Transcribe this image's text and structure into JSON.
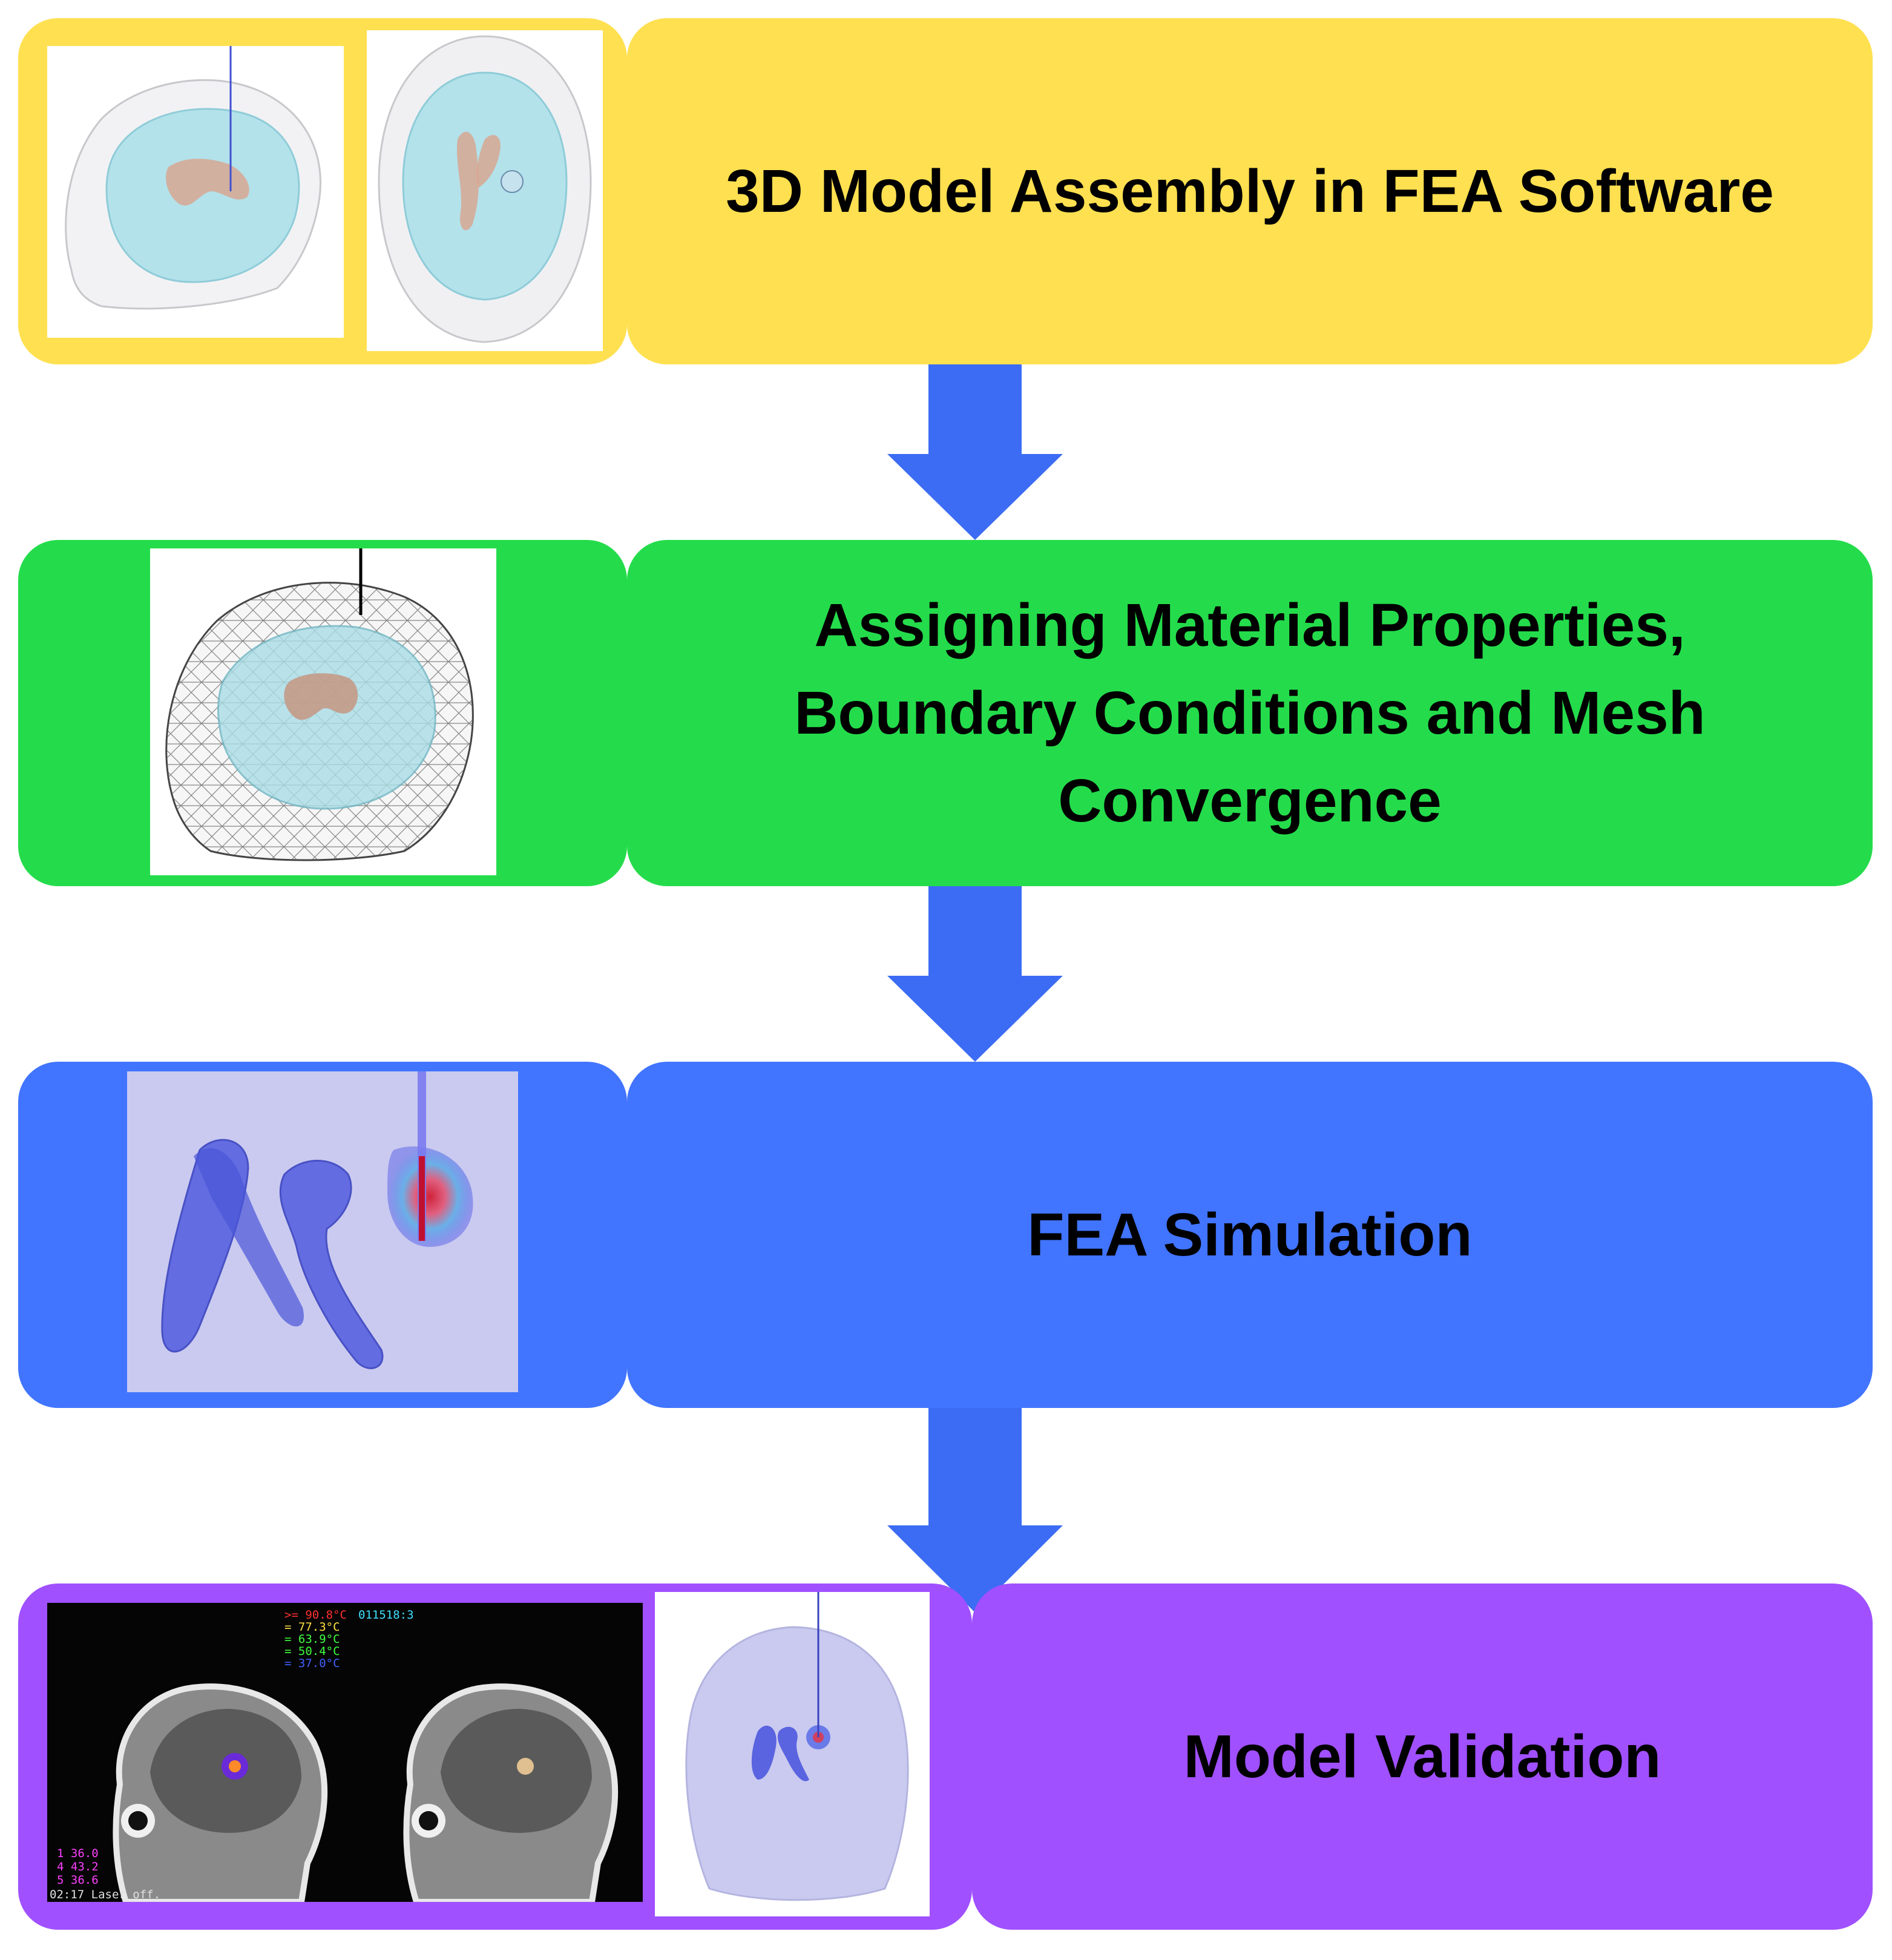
{
  "colors": {
    "yellow": "#ffe050",
    "green": "#24dc4b",
    "blue": "#4174ff",
    "purple": "#a050ff",
    "arrow": "#3c6cf4"
  },
  "steps": [
    {
      "id": "assembly",
      "label": "3D Model Assembly in FEA Software"
    },
    {
      "id": "properties",
      "label": "Assigning Material Properties, Boundary Conditions and Mesh Convergence"
    },
    {
      "id": "simulation",
      "label": "FEA Simulation"
    },
    {
      "id": "validation",
      "label": "Model Validation"
    }
  ],
  "thermometry": {
    "temp_lines": [
      ">= 90.8°C",
      "= 77.3°C",
      "= 63.9°C",
      "= 50.4°C",
      "= 37.0°C"
    ],
    "frame_id": "011518:3",
    "point_readings": [
      "1  36.0",
      "4  43.2",
      "5  36.6"
    ],
    "status": "02:17 Laser off."
  }
}
